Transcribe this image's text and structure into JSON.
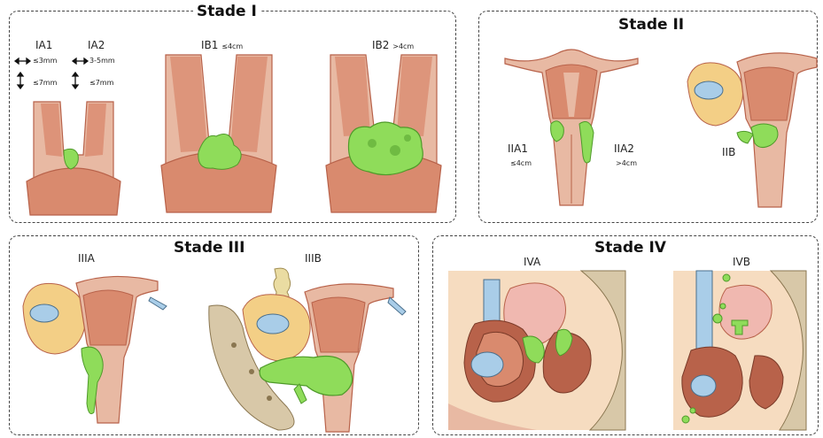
{
  "stage1": {
    "title": "Stade I",
    "ia1": "IA1",
    "ia2": "IA2",
    "ia1_width": "≤3mm",
    "ia1_depth": "≤7mm",
    "ia2_width": "3-5mm",
    "ia2_depth": "≤7mm",
    "ib1": "IB1",
    "ib1_size": "≤4cm",
    "ib2": "IB2",
    "ib2_size": ">4cm"
  },
  "stage2": {
    "title": "Stade II",
    "iia1": "IIA1",
    "iia1_size": "≤4cm",
    "iia2": "IIA2",
    "iia2_size": ">4cm",
    "iib": "IIB"
  },
  "stage3": {
    "title": "Stade III",
    "iiia": "IIIA",
    "iiib": "IIIB"
  },
  "stage4": {
    "title": "Stade IV",
    "iva": "IVA",
    "ivb": "IVB"
  },
  "colors": {
    "tissue": "#e8b9a3",
    "muscle": "#d98a6e",
    "muscle_dark": "#b8624a",
    "tumor": "#8fdc5a",
    "tumor_dark": "#4f9a2a",
    "ovary": "#f3cf86",
    "bladder": "#a9cde8",
    "bone": "#d8c8a8"
  }
}
